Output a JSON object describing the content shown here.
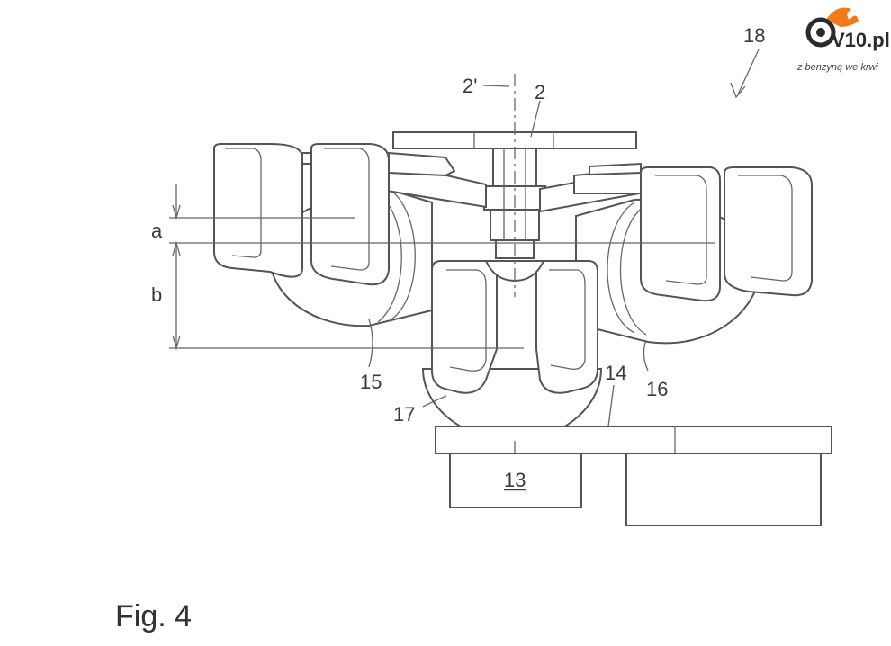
{
  "figure_caption": "Fig. 4",
  "labels": {
    "assembly": "18",
    "axis": "2'",
    "shaft": "2",
    "dim_a": "a",
    "dim_b": "b",
    "gear_left": "15",
    "gear_right": "16",
    "gear_center": "17",
    "base": "14",
    "block": "13"
  },
  "watermark": {
    "brand": "V10.pl",
    "tagline": "z benzyną we krwi",
    "accent_color": "#f07a1a"
  }
}
